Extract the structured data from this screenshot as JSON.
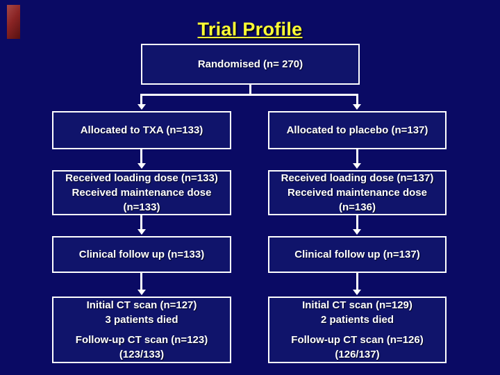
{
  "slide": {
    "title": "Trial Profile",
    "colors": {
      "background": "#0a0a64",
      "box_fill": "#10146b",
      "box_border": "#ffffff",
      "title_text": "#ffff33",
      "body_text": "#ffffff",
      "corner_ornament_red": "#8a2424",
      "corner_ornament_red_dark": "#561010"
    }
  },
  "flowchart": {
    "root": {
      "label": "Randomised (n= 270)"
    },
    "columns": [
      {
        "name": "txa",
        "allocated": "Allocated to TXA (n=133)",
        "received": [
          "Received loading dose (n=133)",
          "Received maintenance dose",
          "(n=133)"
        ],
        "followup": "Clinical follow up (n=133)",
        "ct": [
          [
            "Initial CT scan (n=127)",
            "3 patients died"
          ],
          [
            "Follow-up CT scan (n=123)",
            "(123/133)"
          ]
        ]
      },
      {
        "name": "placebo",
        "allocated": "Allocated to placebo (n=137)",
        "received": [
          "Received loading dose (n=137)",
          "Received maintenance dose",
          "(n=136)"
        ],
        "followup": "Clinical follow up (n=137)",
        "ct": [
          [
            "Initial CT scan (n=129)",
            "2 patients died"
          ],
          [
            "Follow-up CT scan (n=126)",
            "(126/137)"
          ]
        ]
      }
    ]
  }
}
